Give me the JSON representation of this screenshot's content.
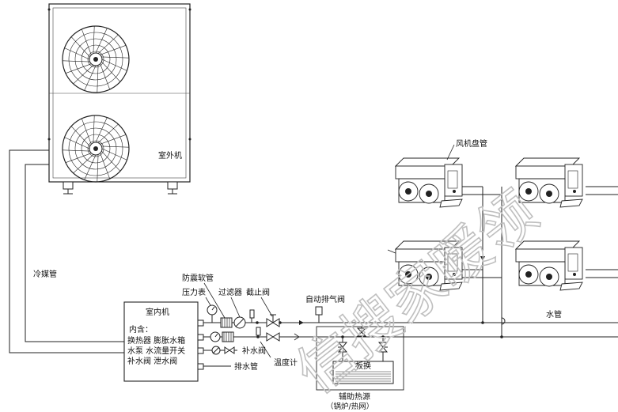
{
  "labels": {
    "outdoor_unit": "室外机",
    "fan_coil": "风机盘管",
    "refrigerant_pipe": "冷媒管",
    "anti_vibration_hose": "防震软管",
    "pressure_gauge": "压力表",
    "filter": "过滤器",
    "stop_valve": "截止阀",
    "auto_air_vent": "自动排气阀",
    "water_pipe": "水管",
    "makeup_valve": "补水阀",
    "thermometer": "温度计",
    "drain_pipe": "排水管",
    "plate_exchanger": "板换",
    "aux_heat_source": "辅助热源",
    "aux_heat_source_note": "（锅炉/热网）"
  },
  "indoor_unit": {
    "title": "室内机",
    "lines": [
      "内含：",
      "换热器 膨胀水箱",
      "水泵 水流量开关",
      "补水阀 泄水阀"
    ]
  },
  "watermark": "信搜家暖领"
}
